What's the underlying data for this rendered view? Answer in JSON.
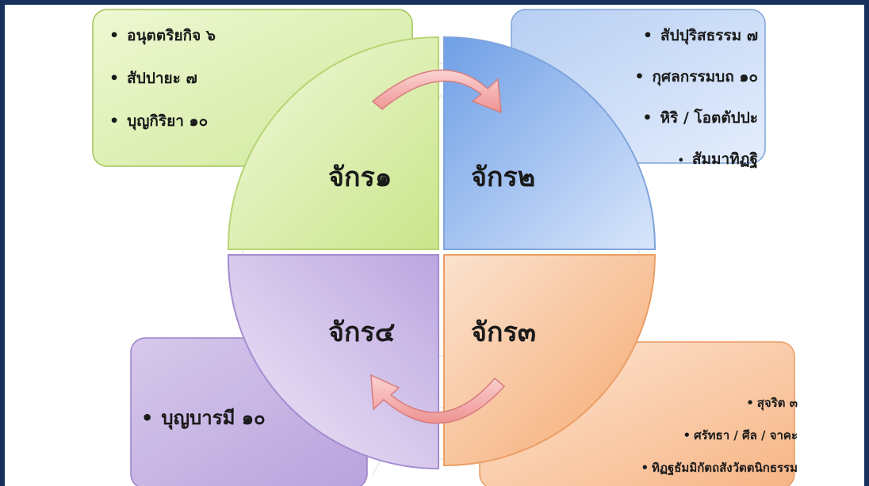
{
  "boxes": {
    "top_left": {
      "items": [
        "อนุตตริยกิจ ๖",
        "สัปปายะ ๗",
        "บุญกิริยา ๑๐"
      ]
    },
    "top_right": {
      "items": [
        "สัปปุริสธรรม ๗",
        "กุศลกรรมบถ ๑๐",
        "หิริ / โอตตัปปะ",
        "สัมมาทิฏฐิ"
      ]
    },
    "bottom_left": {
      "items": [
        "บุญบารมี ๑๐"
      ]
    },
    "bottom_right": {
      "items": [
        "สุจริต ๓",
        "ศรัทธา / ศีล / จาคะ",
        "ทิฏฐธัมมิกัตถสังวัตตนิกธรรม"
      ]
    }
  },
  "quadrants": {
    "q1": "จักร๑",
    "q2": "จักร๒",
    "q3": "จักร๓",
    "q4": "จักร๔"
  },
  "bullet_char": "•",
  "colors": {
    "frame": "#16325c",
    "green": "#d8ee9f",
    "blue": "#a9c6f1",
    "orange": "#f7b98b",
    "purple": "#cdbde6",
    "arrow": "#f2a3a3"
  }
}
